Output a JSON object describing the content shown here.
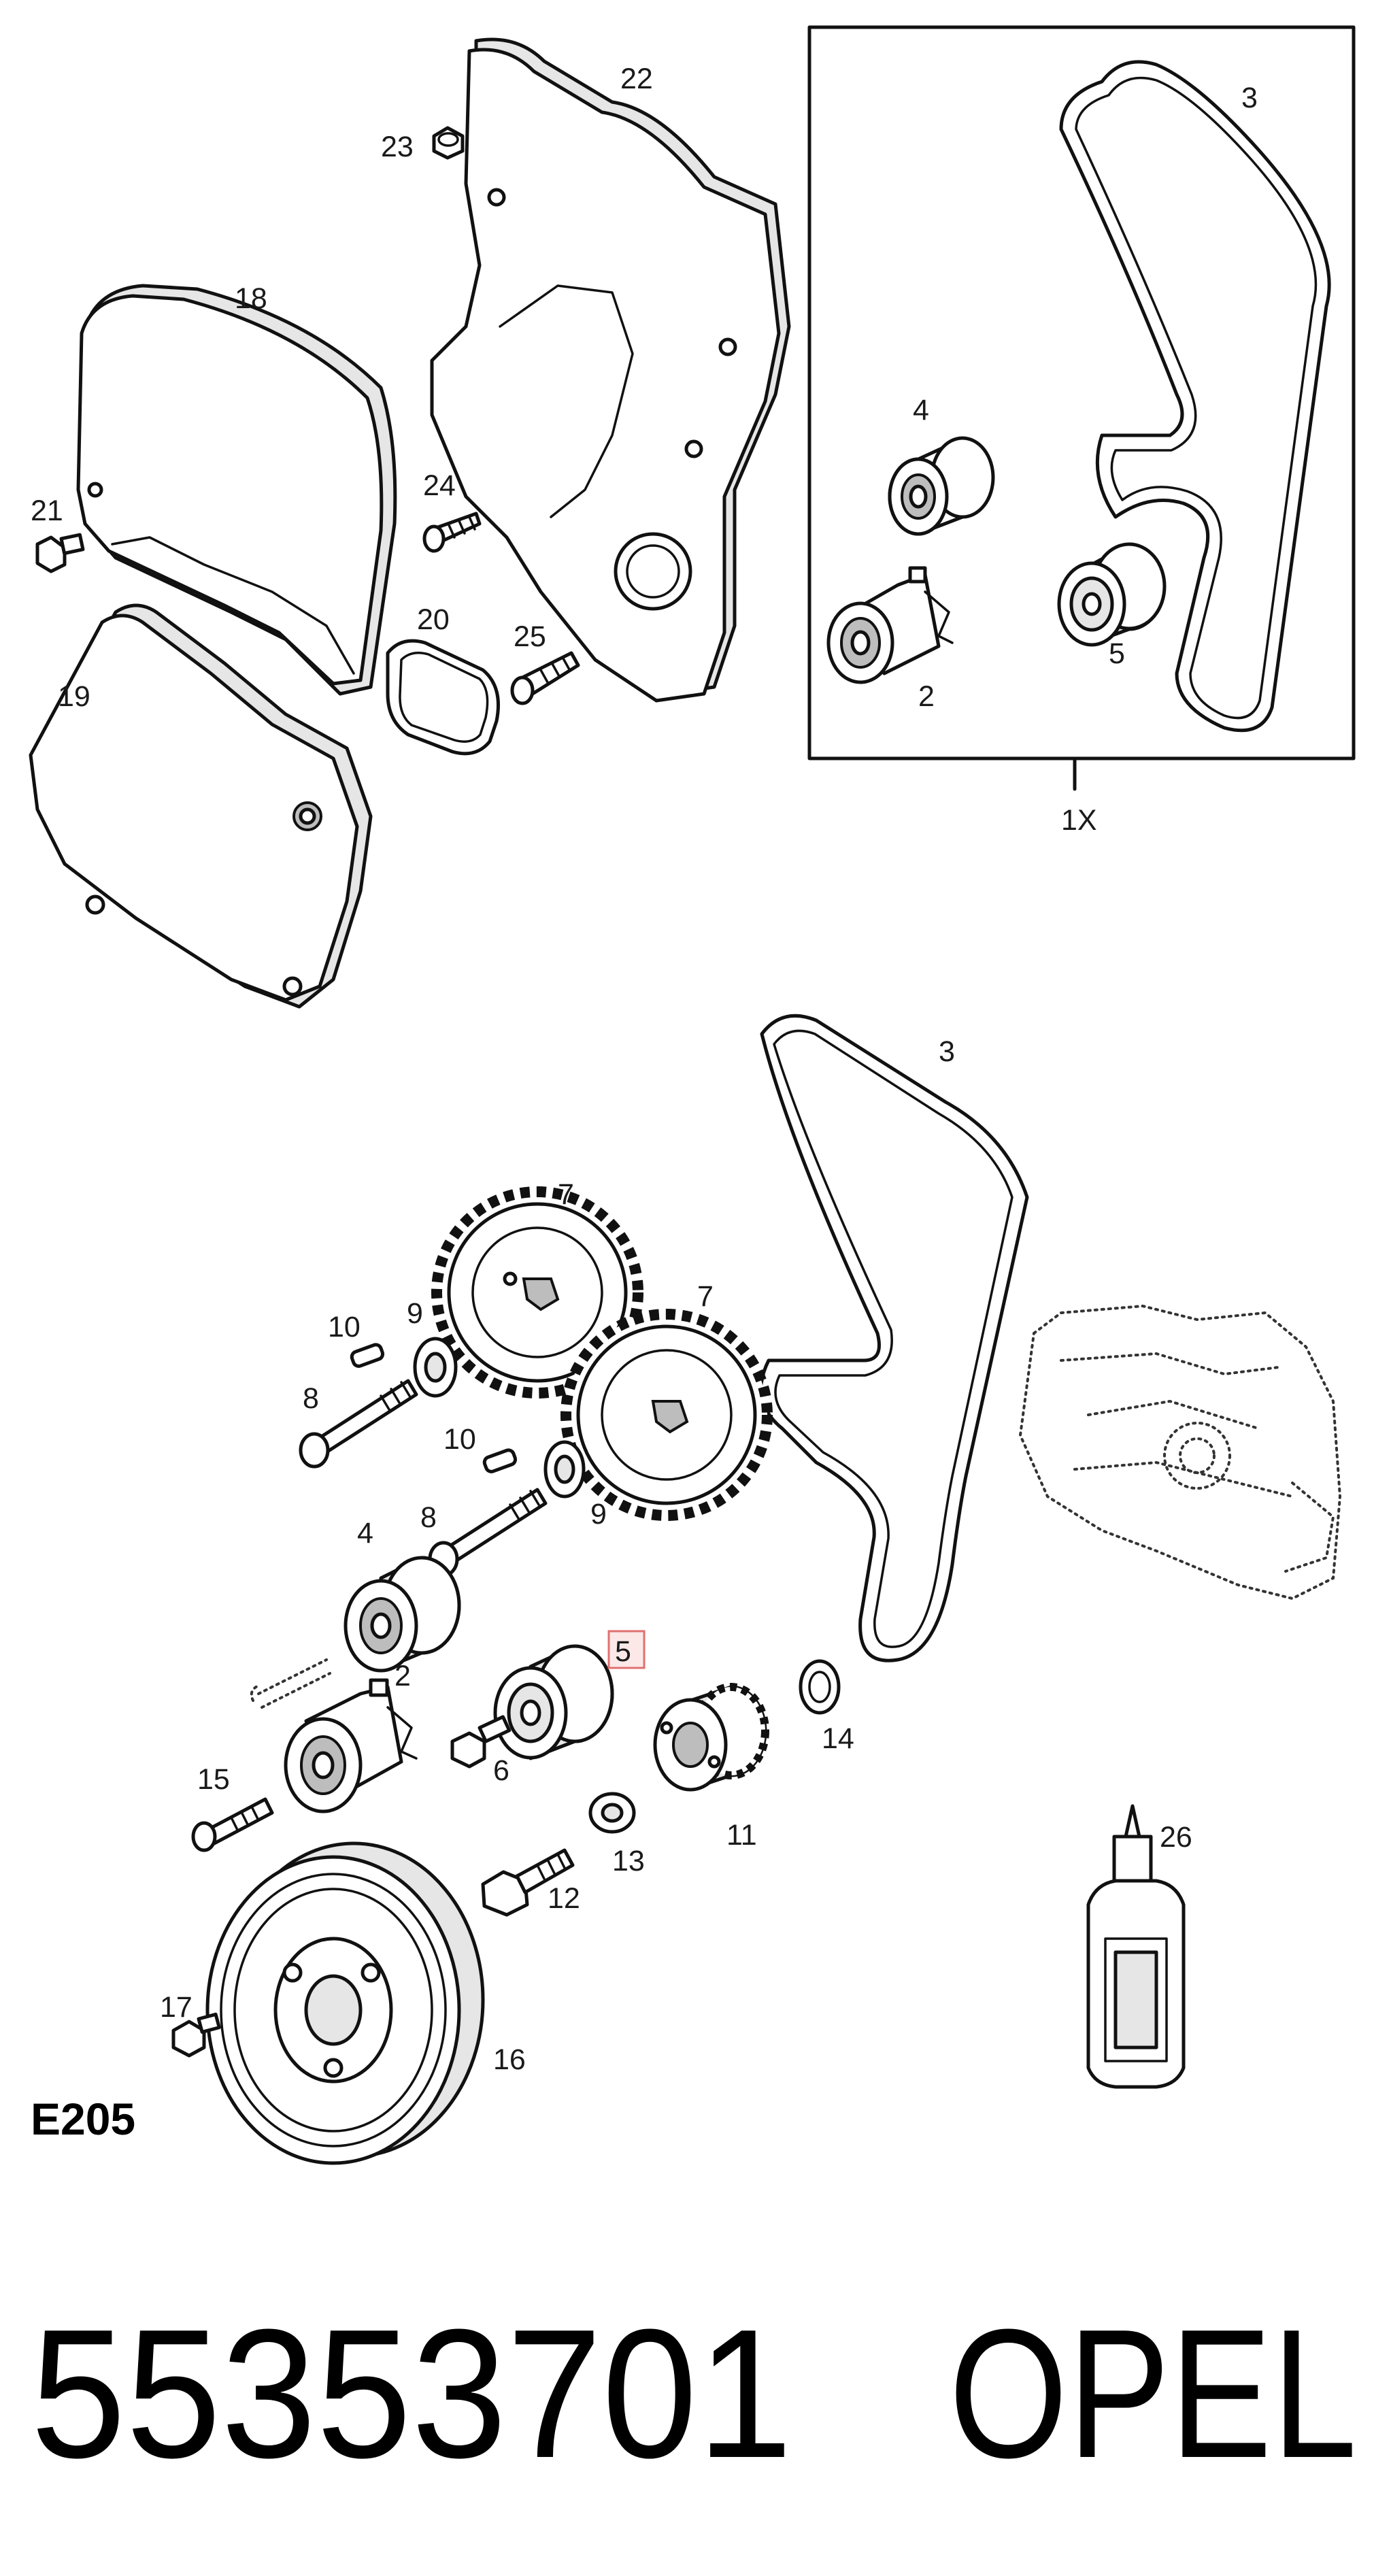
{
  "diagram": {
    "callouts": {
      "c2a": "2",
      "c3a": "3",
      "c4a": "4",
      "c5a": "5",
      "c1x": "1X",
      "c18": "18",
      "c19": "19",
      "c20": "20",
      "c21": "21",
      "c22": "22",
      "c23": "23",
      "c24": "24",
      "c25": "25",
      "c3b": "3",
      "c7a": "7",
      "c7b": "7",
      "c9a": "9",
      "c9b": "9",
      "c10a": "10",
      "c10b": "10",
      "c8a": "8",
      "c8b": "8",
      "c4b": "4",
      "c5b": "5",
      "c2b": "2",
      "c6": "6",
      "c14": "14",
      "c15": "15",
      "c11": "11",
      "c12": "12",
      "c13": "13",
      "c26": "26",
      "c17": "17",
      "c16": "16"
    },
    "group_code": "E205"
  },
  "footer": {
    "part_number": "55353701",
    "brand": "OPEL"
  }
}
